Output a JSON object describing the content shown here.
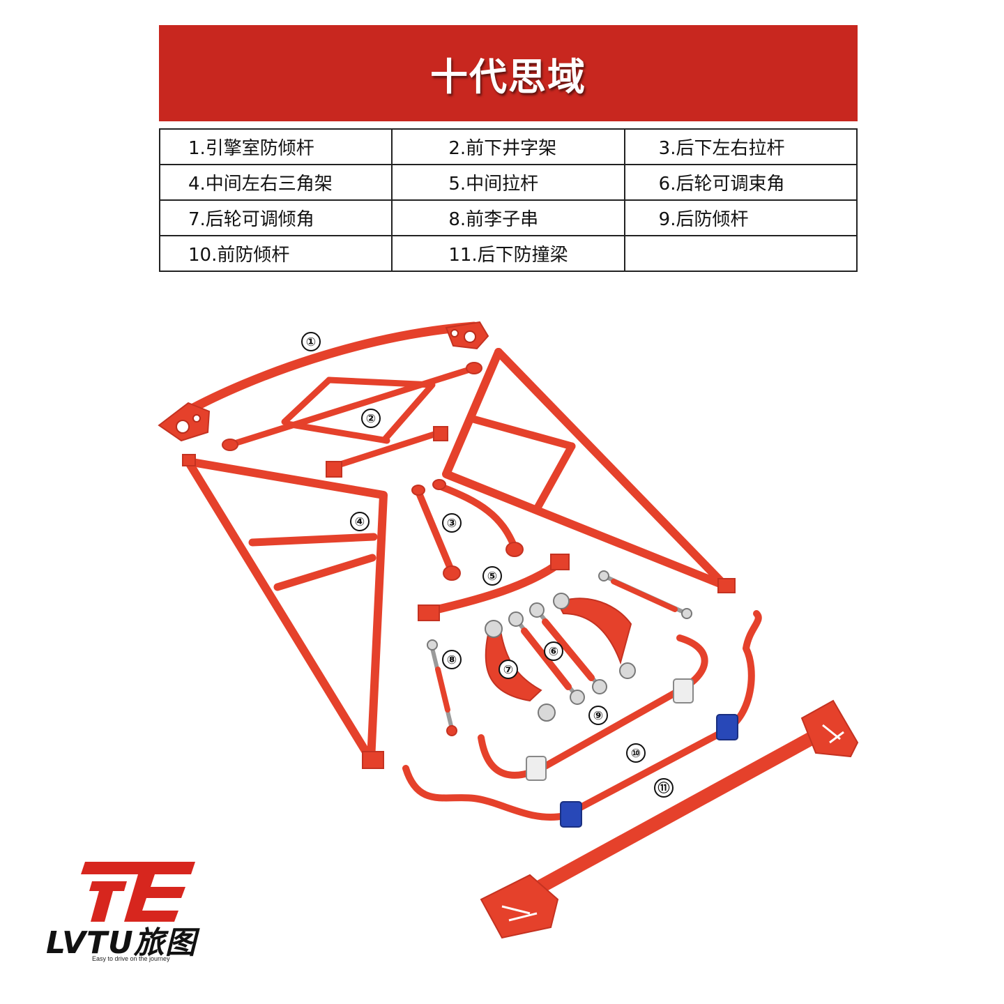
{
  "header": {
    "title": "十代思域"
  },
  "parts_table": {
    "rows": [
      [
        "1.引擎室防倾杆",
        "2.前下井字架",
        "3.后下左右拉杆"
      ],
      [
        "4.中间左右三角架",
        "5.中间拉杆",
        "6.后轮可调束角"
      ],
      [
        "7.后轮可调倾角",
        "8.前李子串",
        "9.后防倾杆"
      ],
      [
        "10.前防倾杆",
        "11.后下防撞梁",
        ""
      ]
    ]
  },
  "callouts": [
    "①",
    "②",
    "③",
    "④",
    "⑤",
    "⑥",
    "⑦",
    "⑧",
    "⑨",
    "⑩",
    "⑪"
  ],
  "brand": {
    "name": "LVTU旅图",
    "slogan": "Easy to drive on the journey"
  },
  "colors": {
    "banner": "#c8271f",
    "part_red": "#e5412b",
    "bushing_blue": "#2848b8"
  }
}
